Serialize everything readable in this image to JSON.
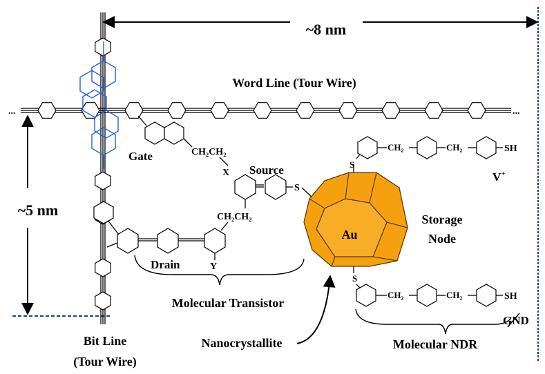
{
  "labels": {
    "width_dim": "~8 nm",
    "height_dim": "~5 nm",
    "word_line": "Word Line (Tour Wire)",
    "gate": "Gate",
    "source": "Source",
    "drain": "Drain",
    "x_atom": "X",
    "y_atom": "Y",
    "ch2ch2_top": "CH₂CH₂",
    "ch2ch2_mid": "CH₂CH₂",
    "molecular_transistor": "Molecular Transistor",
    "au": "Au",
    "storage": "Storage",
    "node": "Node",
    "v_plus": "V",
    "v_sup": "+",
    "sh_top": "SH",
    "sh_bottom": "SH",
    "ch2_1": "CH₂",
    "ch2_2": "CH₂",
    "ch2_3": "CH₂",
    "ch2_4": "CH₂",
    "s_source": "S",
    "s_top": "S",
    "s_bottom": "S",
    "gnd": "GND",
    "bit_line_1": "Bit Line",
    "bit_line_2": "(Tour Wire)",
    "nanocrystallite": "Nanocrystallite",
    "molecular_ndr": "Molecular NDR",
    "ellipsis_left": "...",
    "ellipsis_right": "..."
  },
  "colors": {
    "line": "#000000",
    "accent": "#1f5fe0",
    "gold": "#f5a10f",
    "gold_edge": "#5a3a00"
  }
}
